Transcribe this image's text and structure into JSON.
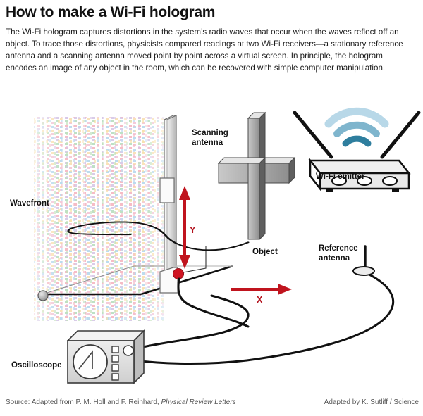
{
  "header": {
    "title": "How to make a Wi-Fi hologram",
    "intro": "The Wi-Fi hologram captures distortions in the system’s radio waves that occur when the waves reflect off an object. To trace those distortions, physicists compared readings at two Wi-Fi receivers—a stationary reference antenna and a scanning antenna moved point by point across a virtual screen. In principle, the hologram encodes an image of any object in the room, which can be recovered with simple computer manipulation."
  },
  "diagram": {
    "labels": {
      "wavefront": "Wavefront",
      "scanning_antenna": "Scanning\nantenna",
      "object": "Object",
      "wifi_emitter": "Wi-Fi emitter",
      "reference_antenna": "Reference\nantenna",
      "oscilloscope": "Oscilloscope"
    },
    "axes": {
      "x": "X",
      "y": "Y"
    },
    "colors": {
      "accent_red": "#b3121d",
      "arrow_red": "#c0141e",
      "wifi_arc_light": "#b8d8e8",
      "wifi_arc_mid": "#7fb5cd",
      "wifi_arc_dark": "#2e7e9e",
      "device_gray": "#d8d8d8",
      "device_gray_dark": "#9a9a9a",
      "outline": "#111111"
    }
  },
  "footer": {
    "source_prefix": "Source: Adapted from P. M. Holl and F. Reinhard, ",
    "source_journal": "Physical Review Letters",
    "credit": "Adapted by K. Sutliff / Science"
  }
}
